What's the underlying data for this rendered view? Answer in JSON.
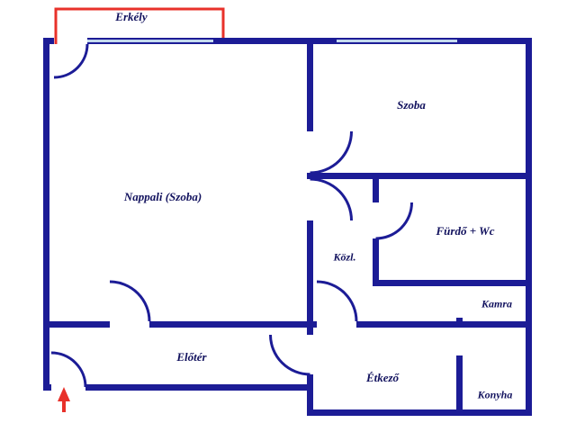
{
  "colors": {
    "wall": "#1c1c96",
    "window": "#c3d9ee",
    "accent_red": "#e8312a",
    "label": "#12125e",
    "background": "#ffffff"
  },
  "rooms": [
    {
      "id": "erkely",
      "label": "Erkély"
    },
    {
      "id": "nappali",
      "label": "Nappali (Szoba)"
    },
    {
      "id": "szoba",
      "label": "Szoba"
    },
    {
      "id": "furdo",
      "label": "Fürdő + Wc"
    },
    {
      "id": "kozl",
      "label": "Közl."
    },
    {
      "id": "kamra",
      "label": "Kamra"
    },
    {
      "id": "eloter",
      "label": "Előtér"
    },
    {
      "id": "etkezo",
      "label": "Étkező"
    },
    {
      "id": "konyha",
      "label": "Konyha"
    }
  ]
}
